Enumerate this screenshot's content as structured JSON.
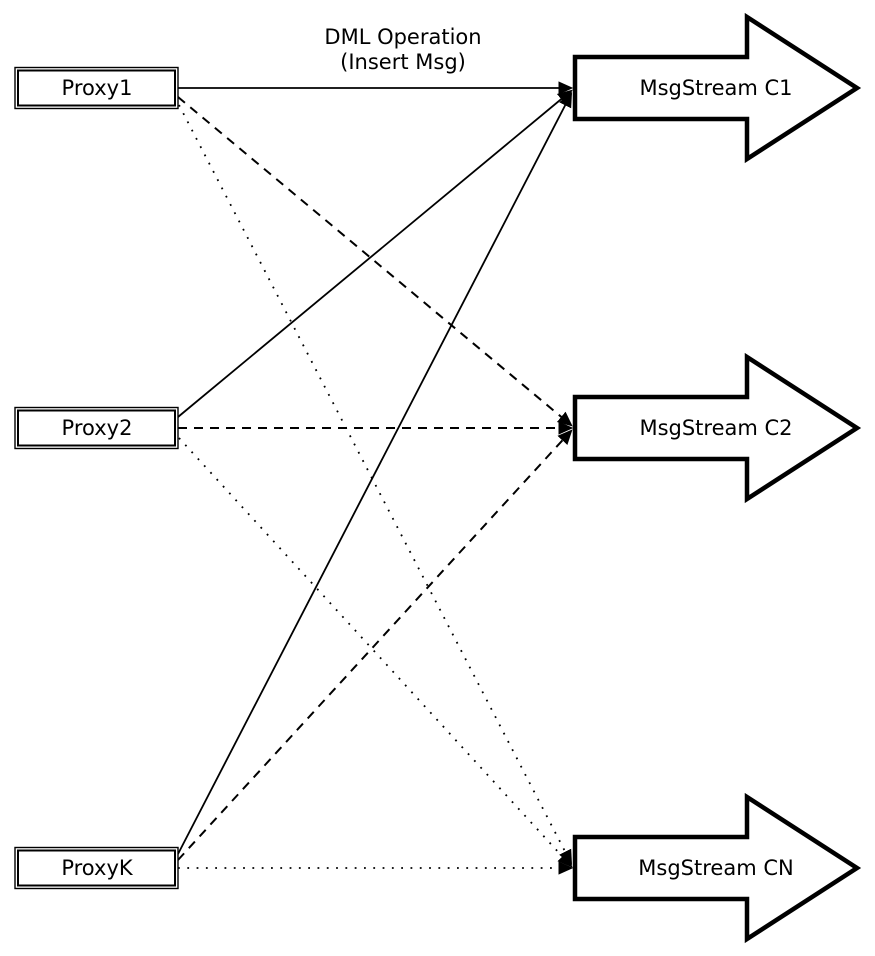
{
  "title": {
    "line1": "DML Operation",
    "line2": "(Insert Msg)"
  },
  "nodes": {
    "proxies": [
      {
        "label": "Proxy1"
      },
      {
        "label": "Proxy2"
      },
      {
        "label": "ProxyK"
      }
    ],
    "streams": [
      {
        "label": "MsgStream C1"
      },
      {
        "label": "MsgStream C2"
      },
      {
        "label": "MsgStream CN"
      }
    ]
  },
  "edges": [
    {
      "from": "Proxy1",
      "to": "MsgStream C1",
      "style": "solid"
    },
    {
      "from": "Proxy2",
      "to": "MsgStream C1",
      "style": "solid"
    },
    {
      "from": "ProxyK",
      "to": "MsgStream C1",
      "style": "solid"
    },
    {
      "from": "Proxy1",
      "to": "MsgStream C2",
      "style": "dashed"
    },
    {
      "from": "Proxy2",
      "to": "MsgStream C2",
      "style": "dashed"
    },
    {
      "from": "ProxyK",
      "to": "MsgStream C2",
      "style": "dashed"
    },
    {
      "from": "Proxy1",
      "to": "MsgStream CN",
      "style": "dotted"
    },
    {
      "from": "Proxy2",
      "to": "MsgStream CN",
      "style": "dotted"
    },
    {
      "from": "ProxyK",
      "to": "MsgStream CN",
      "style": "dotted"
    }
  ],
  "colors": {
    "stroke": "#000000",
    "fill": "#ffffff",
    "background": "#ffffff"
  }
}
